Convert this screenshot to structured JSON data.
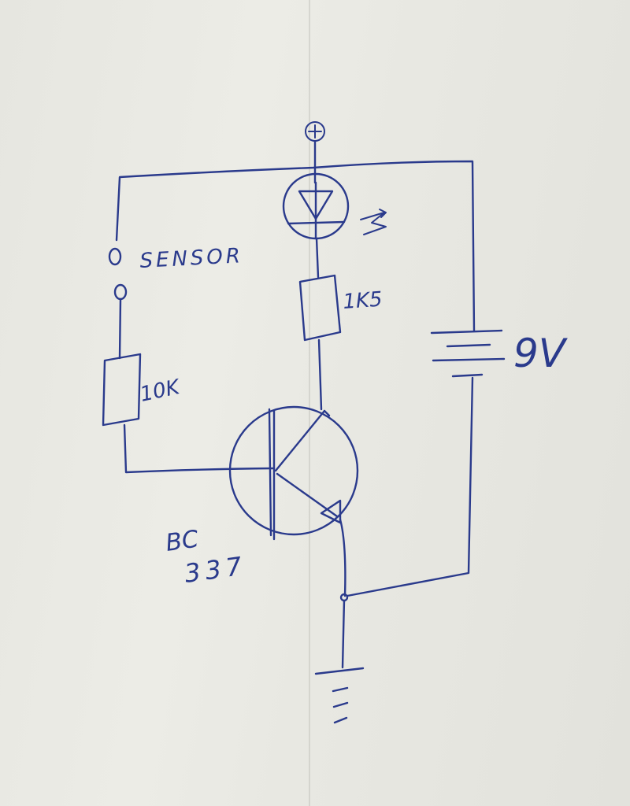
{
  "labels": {
    "supply_symbol": "⊕",
    "sensor": "SENSOR",
    "led_resistor": "1K5",
    "base_resistor": "10K",
    "battery": "9V",
    "transistor_line1": "BC",
    "transistor_line2": "337"
  },
  "colors": {
    "ink": "#2a3a8c",
    "paper": "#e8e8e2"
  }
}
